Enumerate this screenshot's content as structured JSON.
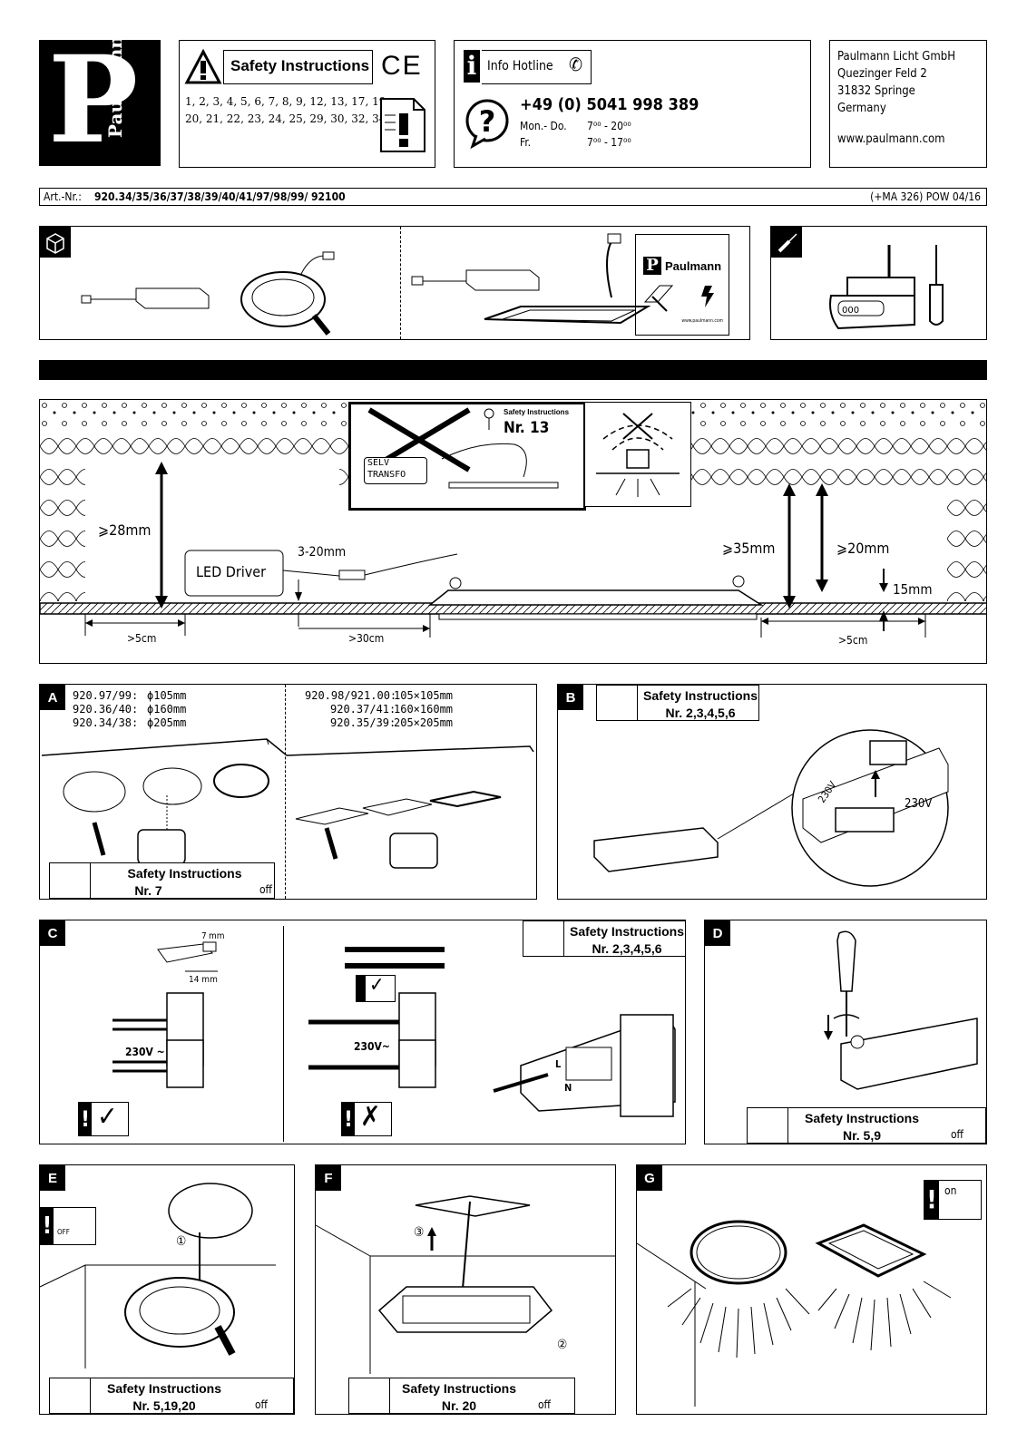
{
  "brand": {
    "letter": "P",
    "name": "Paulmann"
  },
  "safety_header": {
    "title": "Safety Instructions",
    "ce_mark": "CE",
    "numbers_line1": "1, 2, 3, 4, 5, 6, 7, 8, 9, 12, 13, 17, 19",
    "numbers_line2": "20, 21, 22, 23, 24, 25, 29, 30, 32, 34"
  },
  "hotline": {
    "label": "Info Hotline",
    "phone": "+49 (0) 5041 998 389",
    "days1": "Mon.- Do.",
    "hours1": "7⁰⁰ - 20⁰⁰",
    "days2": "Fr.",
    "hours2": "7⁰⁰ - 17⁰⁰"
  },
  "address": {
    "company": "Paulmann Licht GmbH",
    "street": "Quezinger Feld 2",
    "city": "31832 Springe",
    "country": "Germany",
    "web": "www.paulmann.com"
  },
  "article": {
    "label": "Art.-Nr.:",
    "numbers": "920.34/35/36/37/38/39/40/41/97/98/99/ 92100",
    "code": "(+MA 326) POW 04/16"
  },
  "package_card": {
    "brand": "Paulmann",
    "web": "www.paulmann.com"
  },
  "installation": {
    "si_title": "Safety Instructions",
    "si_nr": "Nr. 13",
    "selv_line1": "SELV",
    "selv_line2": "TRANSFO",
    "dim_28": "⩾28mm",
    "dim_3_20": "3-20mm",
    "led_driver": "LED Driver",
    "dim_35": "⩾35mm",
    "dim_20": "⩾20mm",
    "dim_15": "15mm",
    "dist_5cm_left": ">5cm",
    "dist_30cm": ">30cm",
    "dist_5cm_right": ">5cm"
  },
  "panelA": {
    "letter": "A",
    "round1_code": "920.97/99:",
    "round1_size": "ϕ105mm",
    "round2_code": "920.36/40:",
    "round2_size": "ϕ160mm",
    "round3_code": "920.34/38:",
    "round3_size": "ϕ205mm",
    "sq1_code": "920.98/921.00:",
    "sq1_size": "105×105mm",
    "sq2_code": "920.37/41:",
    "sq2_size": "160×160mm",
    "sq3_code": "920.35/39:",
    "sq3_size": "205×205mm",
    "si_title": "Safety Instructions",
    "si_nr": "Nr. 7",
    "off": "off"
  },
  "panelB": {
    "letter": "B",
    "si_title": "Safety Instructions",
    "si_nr": "Nr. 2,3,4,5,6",
    "voltage_in": "230V",
    "voltage_out": "230V"
  },
  "panelC": {
    "letter": "C",
    "strip_7": "7",
    "strip_mm": "mm",
    "strip_14": "14 mm",
    "voltage_left": "230V ~",
    "voltage_mid": "230V~",
    "si_title": "Safety Instructions",
    "si_nr": "Nr. 2,3,4,5,6",
    "term_L": "L",
    "term_N": "N"
  },
  "panelD": {
    "letter": "D",
    "si_title": "Safety Instructions",
    "si_nr": "Nr. 5,9",
    "off": "off"
  },
  "panelE": {
    "letter": "E",
    "off_label": "OFF",
    "step": "①",
    "si_title": "Safety Instructions",
    "si_nr": "Nr. 5,19,20",
    "off": "off"
  },
  "panelF": {
    "letter": "F",
    "step3": "③",
    "step2": "②",
    "si_title": "Safety Instructions",
    "si_nr": "Nr. 20",
    "off": "off"
  },
  "panelG": {
    "letter": "G",
    "on_label": "on"
  }
}
